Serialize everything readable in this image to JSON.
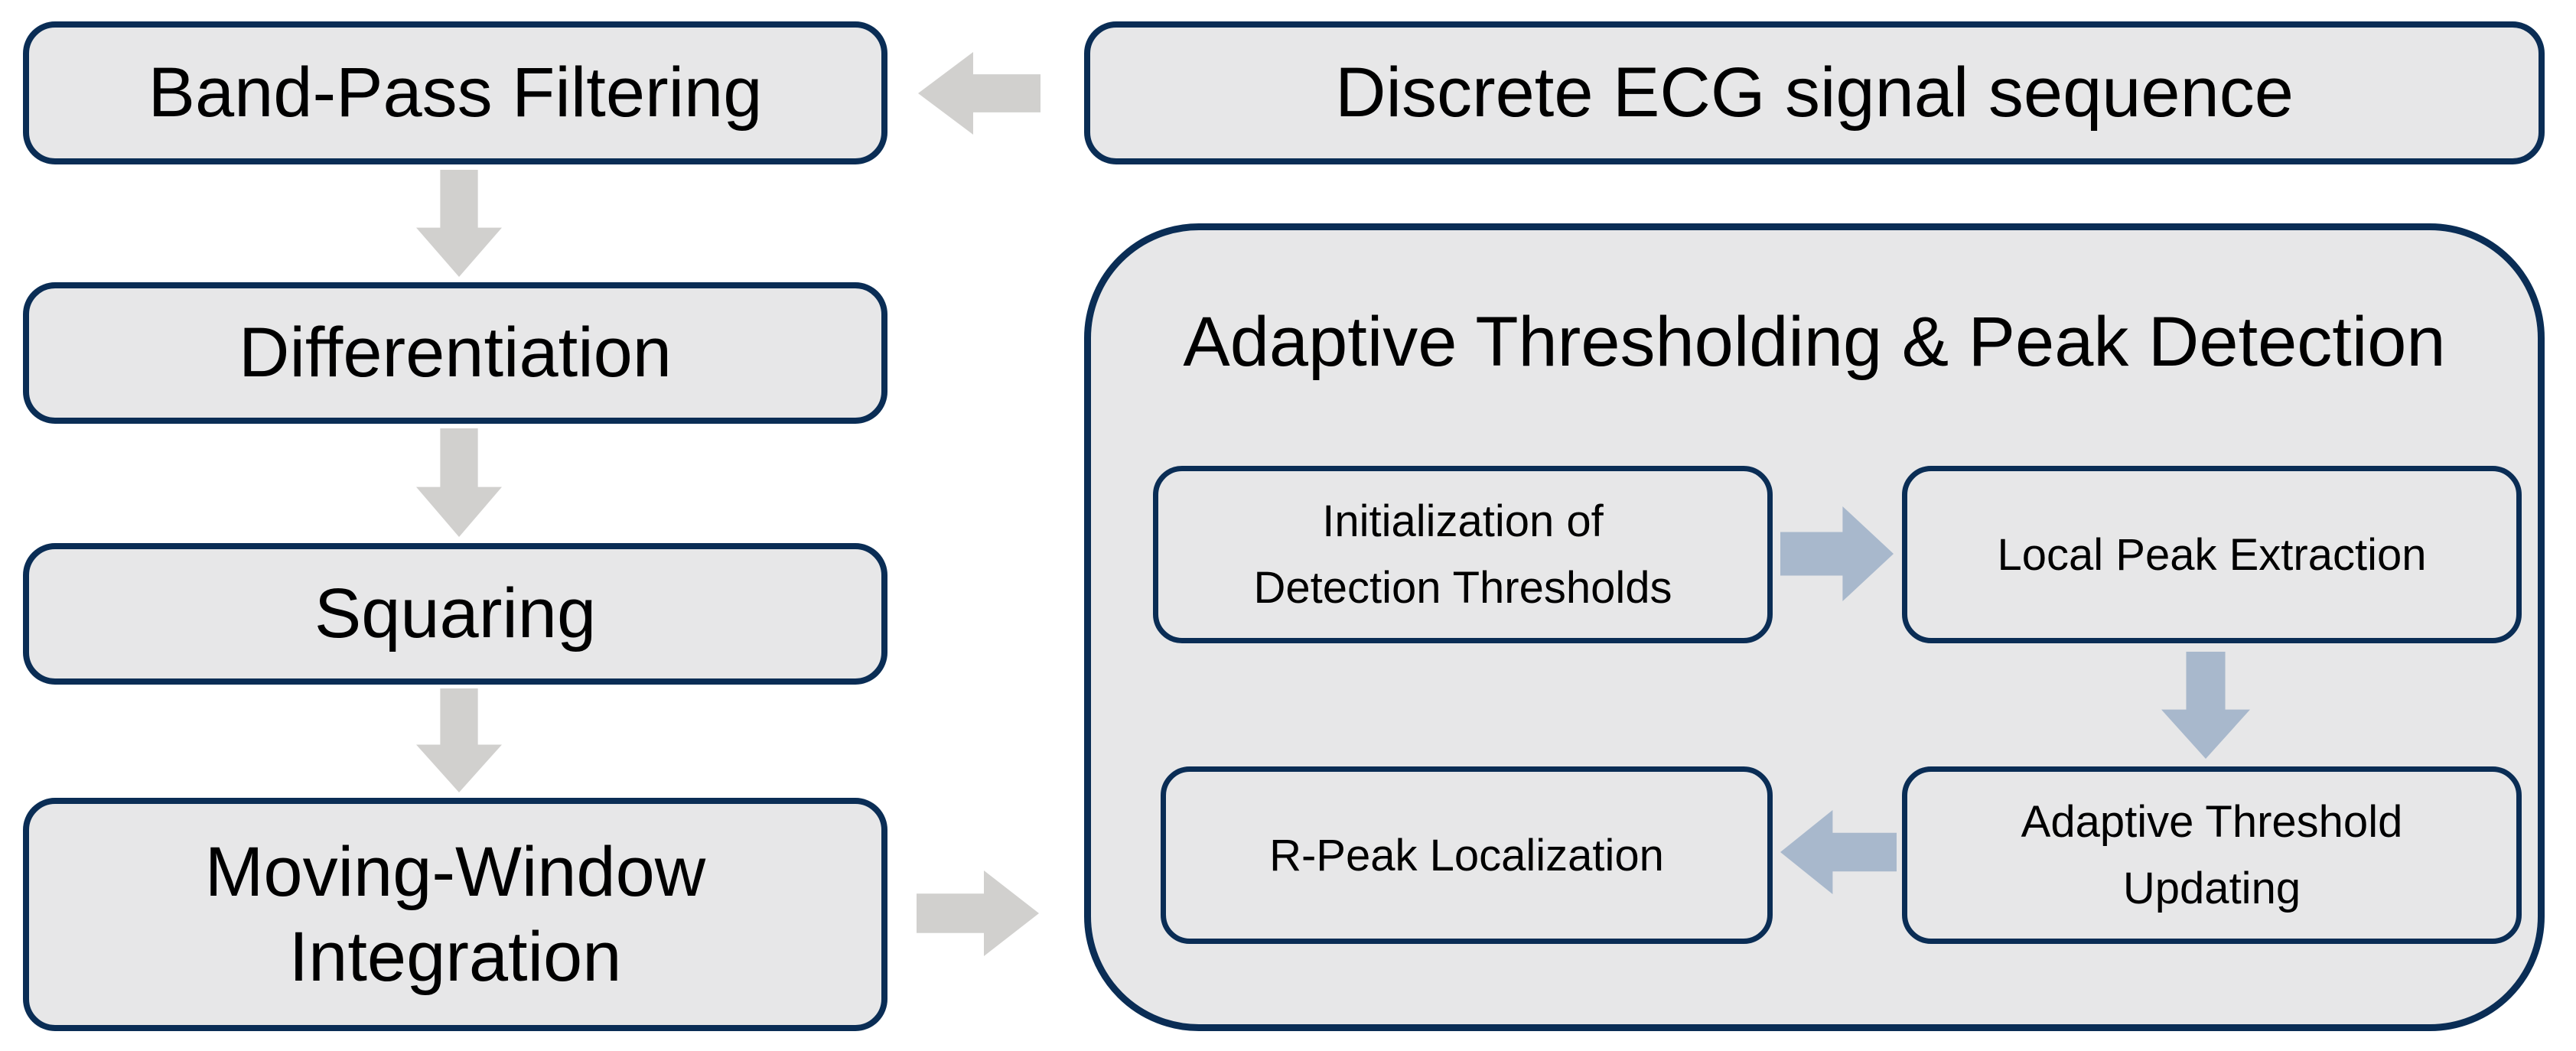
{
  "colors": {
    "box_fill": "#e7e7e8",
    "box_border": "#0a2d55",
    "gray_arrow": "#d1d0ce",
    "blue_arrow": "#a8b8cc",
    "text_color": "#000000",
    "background": "#ffffff"
  },
  "nodes": {
    "band_pass": "Band-Pass Filtering",
    "ecg": "Discrete ECG signal sequence",
    "differentiation": "Differentiation",
    "squaring": "Squaring",
    "moving_window": "Moving-Window\nIntegration",
    "group_title": "Adaptive Thresholding & Peak Detection",
    "init_thresholds": "Initialization of\nDetection Thresholds",
    "local_peak": "Local Peak Extraction",
    "adaptive_updating": "Adaptive Threshold\nUpdating",
    "r_peak": "R-Peak Localization"
  },
  "arrows": [
    {
      "from": "Discrete ECG signal sequence",
      "to": "Band-Pass Filtering",
      "direction": "left",
      "color": "gray"
    },
    {
      "from": "Band-Pass Filtering",
      "to": "Differentiation",
      "direction": "down",
      "color": "gray"
    },
    {
      "from": "Differentiation",
      "to": "Squaring",
      "direction": "down",
      "color": "gray"
    },
    {
      "from": "Squaring",
      "to": "Moving-Window Integration",
      "direction": "down",
      "color": "gray"
    },
    {
      "from": "Moving-Window Integration",
      "to": "Adaptive Thresholding & Peak Detection",
      "direction": "right",
      "color": "gray"
    },
    {
      "from": "Initialization of Detection Thresholds",
      "to": "Local Peak Extraction",
      "direction": "right",
      "color": "blue"
    },
    {
      "from": "Local Peak Extraction",
      "to": "Adaptive Threshold Updating",
      "direction": "down",
      "color": "blue"
    },
    {
      "from": "Adaptive Threshold Updating",
      "to": "R-Peak Localization",
      "direction": "left",
      "color": "blue"
    }
  ]
}
